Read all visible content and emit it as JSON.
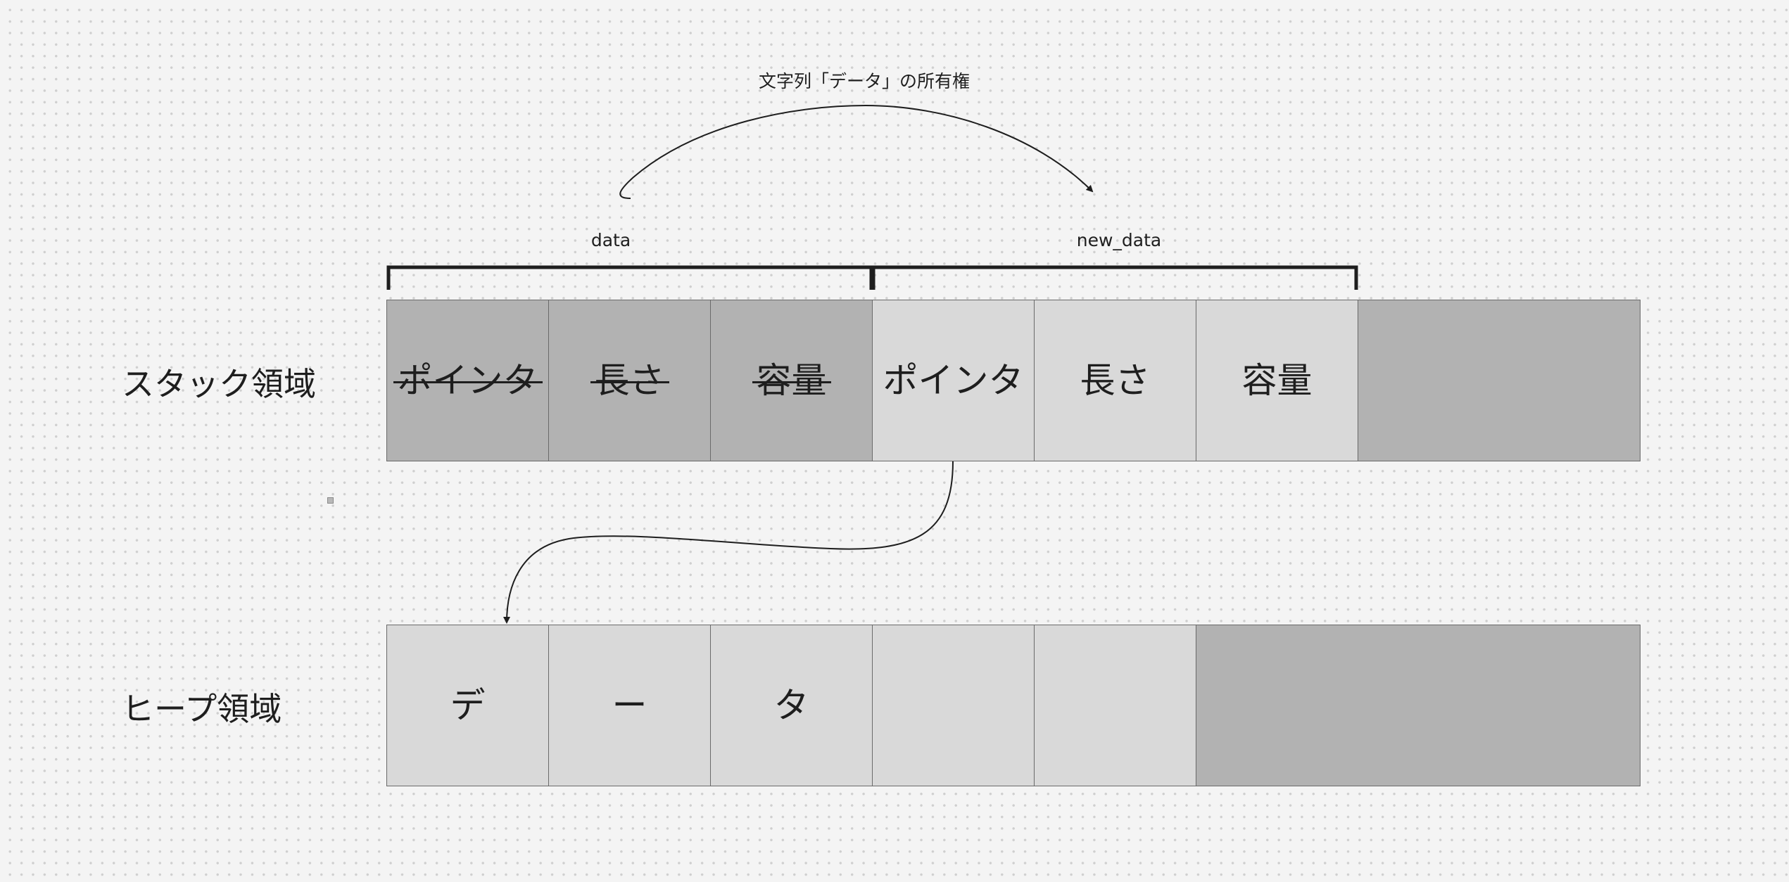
{
  "ownership_label": "文字列「データ」の所有権",
  "variables": {
    "data": "data",
    "new_data": "new_data"
  },
  "stack": {
    "label": "スタック領域",
    "cells": [
      {
        "text": "ポインタ",
        "state": "moved"
      },
      {
        "text": "長さ",
        "state": "moved"
      },
      {
        "text": "容量",
        "state": "moved"
      },
      {
        "text": "ポインタ",
        "state": "active"
      },
      {
        "text": "長さ",
        "state": "active"
      },
      {
        "text": "容量",
        "state": "active"
      },
      {
        "text": "",
        "state": "unused"
      }
    ]
  },
  "heap": {
    "label": "ヒープ領域",
    "cells": [
      {
        "text": "デ",
        "state": "active"
      },
      {
        "text": "ー",
        "state": "active"
      },
      {
        "text": "タ",
        "state": "active"
      },
      {
        "text": "",
        "state": "active"
      },
      {
        "text": "",
        "state": "active"
      },
      {
        "text": "",
        "state": "unused"
      }
    ]
  },
  "colors": {
    "active_cell": "#d9d9d9",
    "inactive_cell": "#b2b2b2",
    "stroke": "#1e1e1e",
    "background": "#f4f4f4"
  }
}
